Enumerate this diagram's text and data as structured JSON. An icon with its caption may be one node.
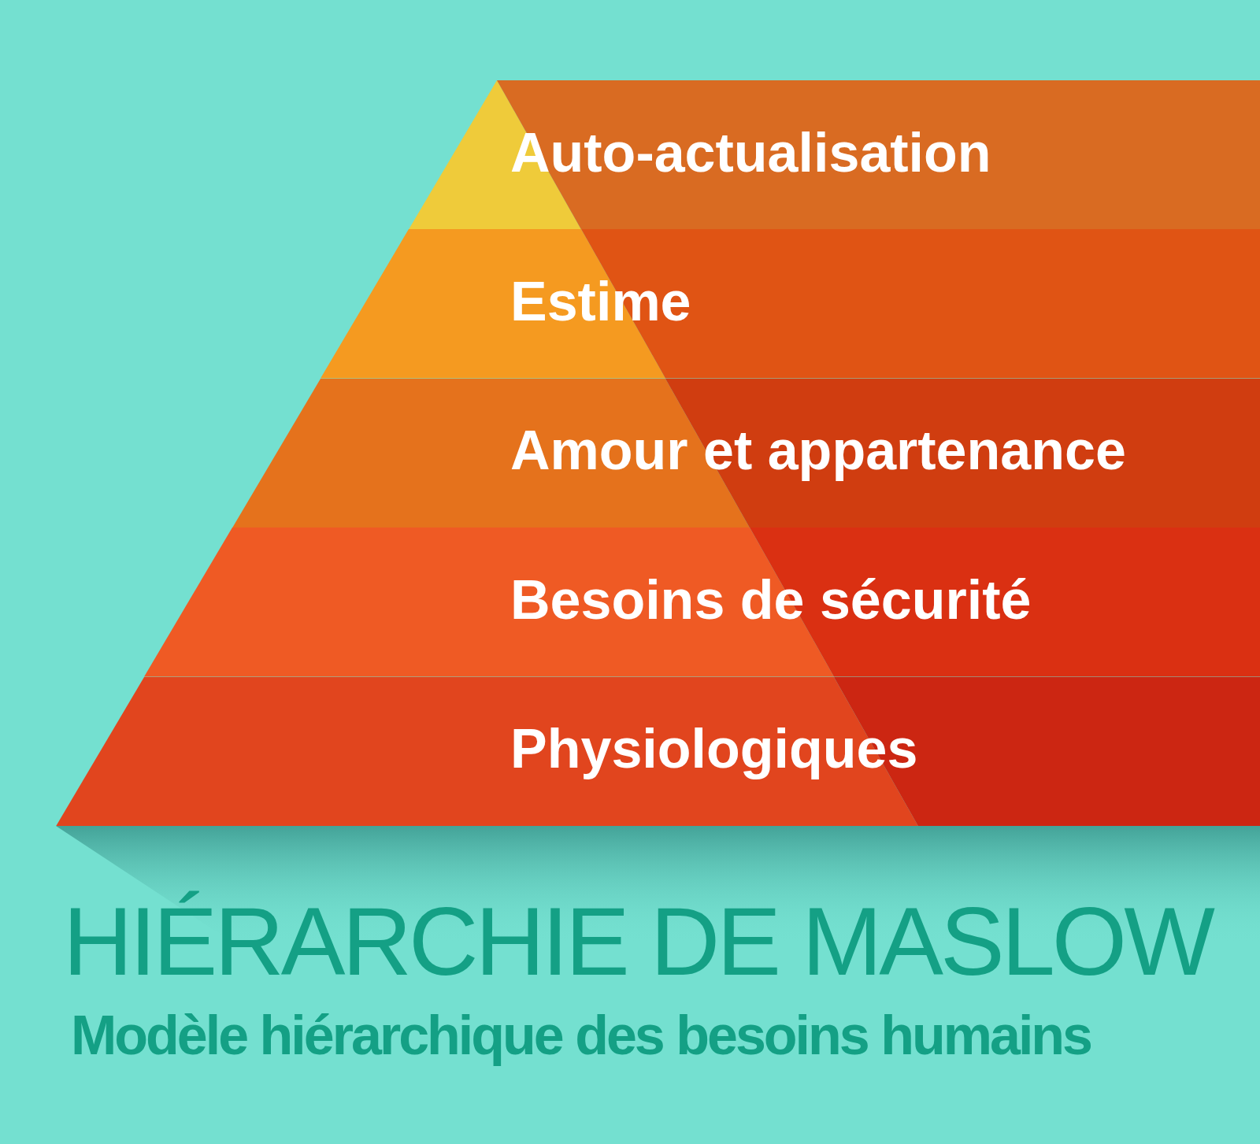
{
  "diagram": {
    "title": "HIÉRARCHIE DE MASLOW",
    "caption": "Modèle hiérarchique des besoins humains",
    "nodes": [
      {
        "text": [
          "Auto-actualisation"
        ]
      },
      {
        "text": [
          "Estime"
        ]
      },
      {
        "text": [
          "Amour et appartenance"
        ]
      },
      {
        "text": [
          "Besoins de sécurité"
        ]
      },
      {
        "text": [
          "Physiologiques"
        ]
      }
    ]
  }
}
